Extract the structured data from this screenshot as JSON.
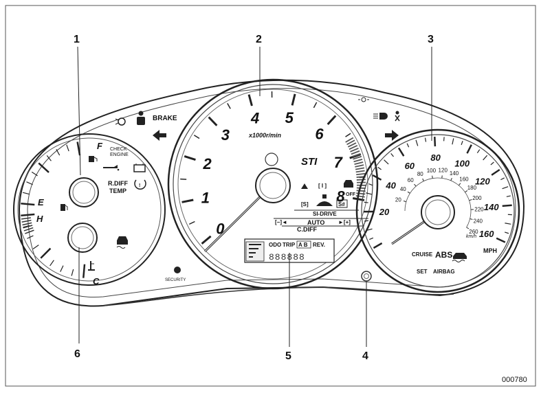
{
  "callouts": [
    "1",
    "2",
    "3",
    "4",
    "5",
    "6"
  ],
  "figure_id": "000780",
  "left_gauge": {
    "fuel_full": "F",
    "fuel_empty": "E",
    "temp_hot": "H",
    "temp_cold": "C",
    "check_engine": [
      "CHECK",
      "ENGINE"
    ],
    "rdiff_temp": [
      "R.DIFF",
      "TEMP"
    ]
  },
  "indicators": {
    "brake": "BRAKE",
    "security": "SECURITY",
    "off": "OFF"
  },
  "tachometer": {
    "numbers": [
      "0",
      "1",
      "2",
      "3",
      "4",
      "5",
      "6",
      "7",
      "8"
    ],
    "unit": "x1000r/min",
    "logo": "STI",
    "si_drive": "SI-DRIVE",
    "si_s": "[S]",
    "si_i": "[ I ]",
    "si_s_sharp": "S#",
    "cdiff_minus": "[−]◄",
    "cdiff_auto": "AUTO",
    "cdiff_plus": "►[+]",
    "cdiff": "C.DIFF"
  },
  "display": {
    "odo": "ODO",
    "trip": "TRIP",
    "ab": "A B",
    "rev": "REV.",
    "digits": "888888"
  },
  "speedometer": {
    "mph": [
      "20",
      "40",
      "60",
      "80",
      "100",
      "120",
      "140",
      "160"
    ],
    "kmh": [
      "20",
      "40",
      "60",
      "80",
      "100",
      "120",
      "140",
      "160",
      "180",
      "200",
      "220",
      "240",
      "260"
    ],
    "mph_unit": "MPH",
    "kmh_unit": "km/h",
    "cruise": "CRUISE",
    "abs": "ABS",
    "set": "SET",
    "airbag": "AIRBAG"
  }
}
